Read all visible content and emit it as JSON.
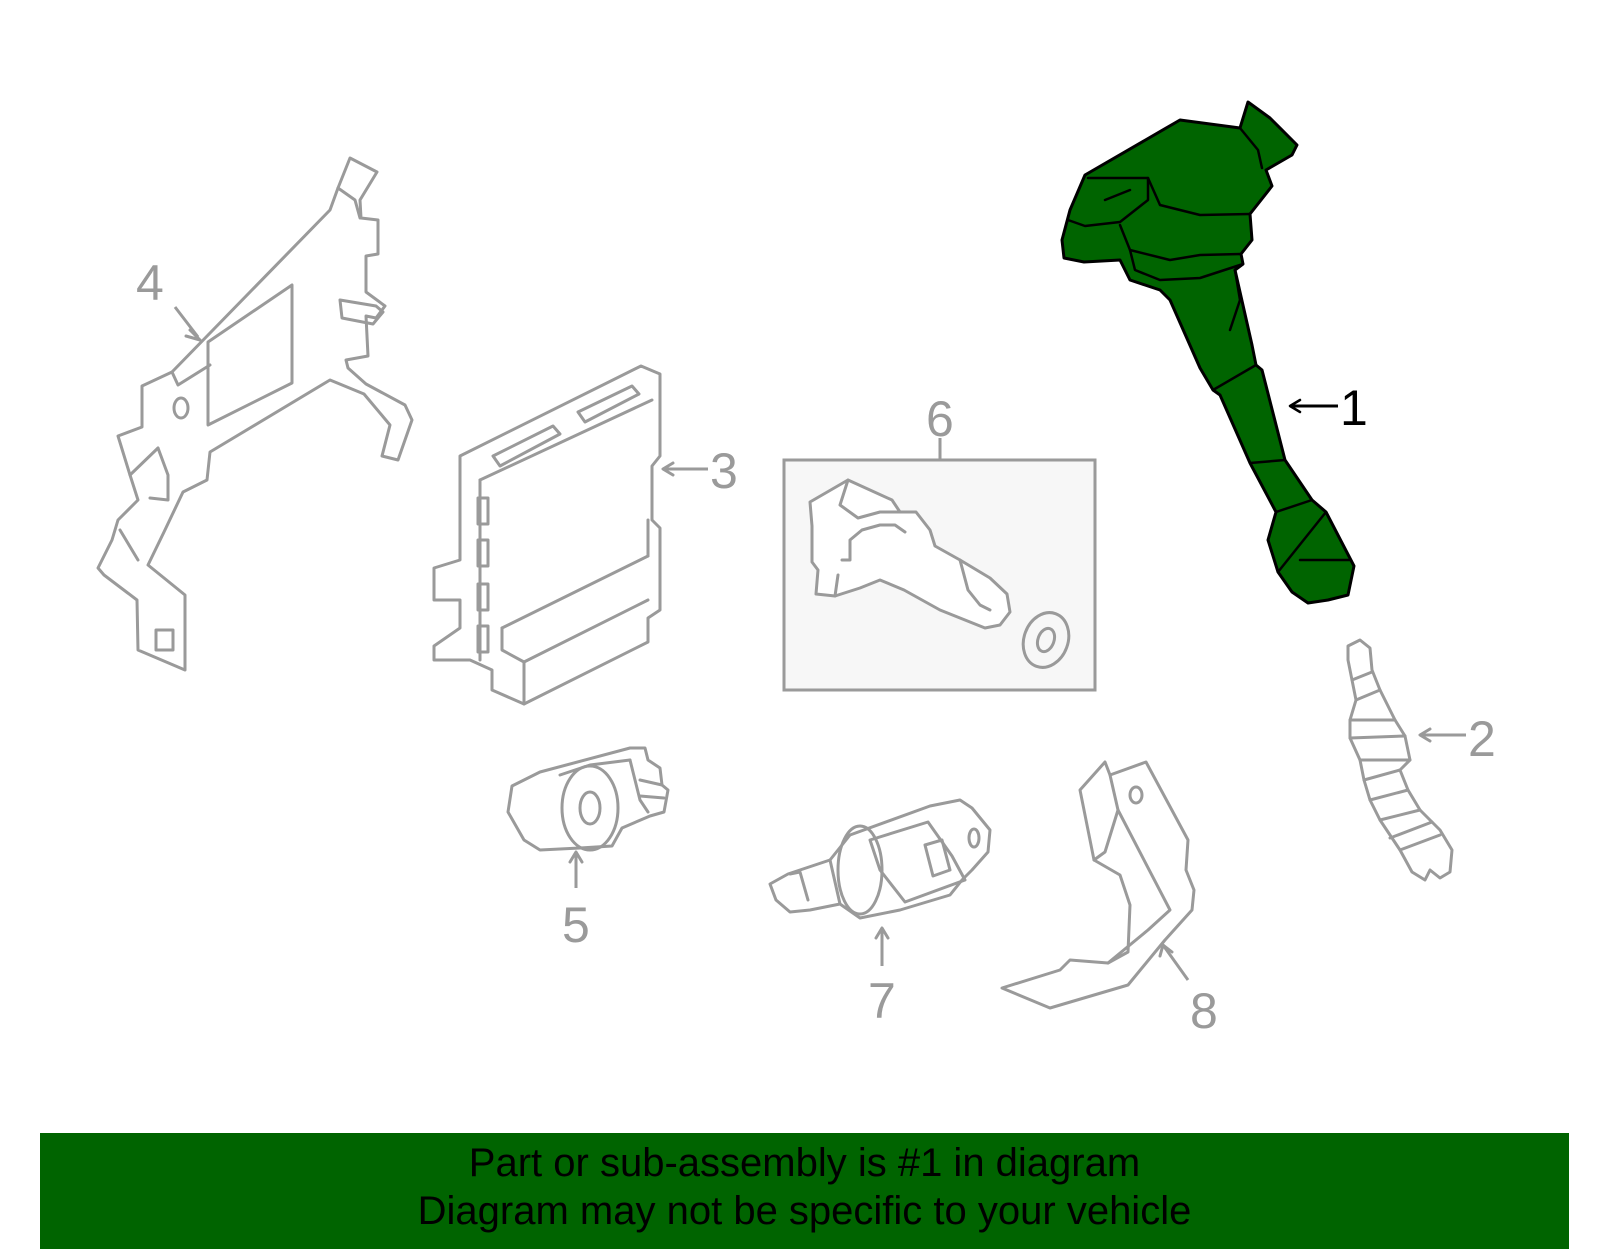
{
  "diagram": {
    "highlight_color": "#006400",
    "outline_color": "#9a9a9a",
    "callouts": [
      {
        "id": "1",
        "label": "1",
        "part": "ignition-coil",
        "highlighted": true
      },
      {
        "id": "2",
        "label": "2",
        "part": "spark-plug",
        "highlighted": false
      },
      {
        "id": "3",
        "label": "3",
        "part": "engine-control-module",
        "highlighted": false
      },
      {
        "id": "4",
        "label": "4",
        "part": "module-bracket",
        "highlighted": false
      },
      {
        "id": "5",
        "label": "5",
        "part": "sensor",
        "highlighted": false
      },
      {
        "id": "6",
        "label": "6",
        "part": "sensor-kit",
        "highlighted": false
      },
      {
        "id": "7",
        "label": "7",
        "part": "sensor",
        "highlighted": false
      },
      {
        "id": "8",
        "label": "8",
        "part": "bracket",
        "highlighted": false
      }
    ]
  },
  "banner": {
    "line1": "Part or sub-assembly is #1 in diagram",
    "line2": "Diagram may not be specific to your vehicle",
    "background": "#006400"
  }
}
